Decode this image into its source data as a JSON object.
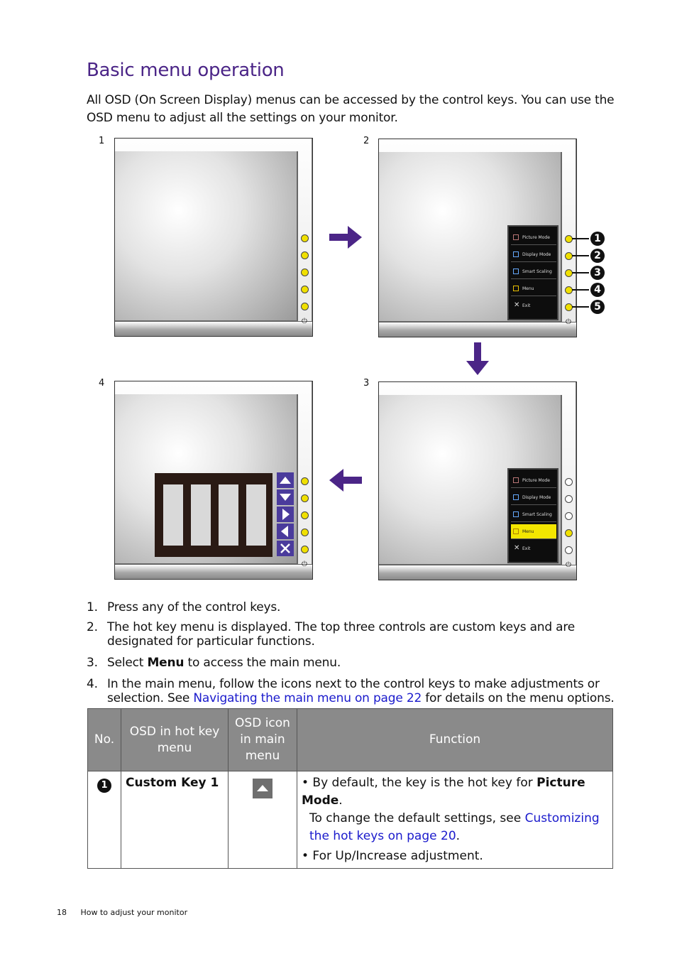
{
  "heading": "Basic menu operation",
  "intro": "All OSD (On Screen Display) menus can be accessed by the control keys. You can use the OSD menu to adjust all the settings on your monitor.",
  "figures": {
    "labels": [
      "1",
      "2",
      "3",
      "4"
    ],
    "osd_items": [
      "Picture Mode",
      "Display Mode",
      "Smart Scaling",
      "Menu",
      "Exit"
    ],
    "callouts": [
      "1",
      "2",
      "3",
      "4",
      "5"
    ],
    "power_symbol": "⏻",
    "accent_color": "#4b2587",
    "button_active_color": "#f0e000"
  },
  "steps": [
    {
      "num": "1.",
      "text": "Press any of the control keys."
    },
    {
      "num": "2.",
      "text": "The hot key menu is displayed. The top three controls are custom keys and are designated for particular functions."
    },
    {
      "num": "3.",
      "pre": "Select ",
      "bold": "Menu",
      "post": " to access the main menu."
    },
    {
      "num": "4.",
      "pre": "In the main menu, follow the icons next to the control keys to make adjustments or selection. See ",
      "link": "Navigating the main menu on page 22",
      "post": " for details on the menu options."
    }
  ],
  "table": {
    "headers": [
      "No.",
      "OSD in hot key menu",
      "OSD icon in main menu",
      "Function"
    ],
    "rows": [
      {
        "no": "1",
        "hotkey": "Custom Key 1",
        "icon": "up-arrow-icon",
        "f1_pre": "• By default, the key is the hot key for ",
        "f1_bold": "Picture Mode",
        "f1_post": ".",
        "f2_pre": "To change the default settings, see ",
        "f2_link": "Customizing the hot keys on page 20",
        "f2_post": ".",
        "f3": "• For Up/Increase adjustment."
      }
    ]
  },
  "footer": {
    "page": "18",
    "section": "How to adjust your monitor"
  }
}
